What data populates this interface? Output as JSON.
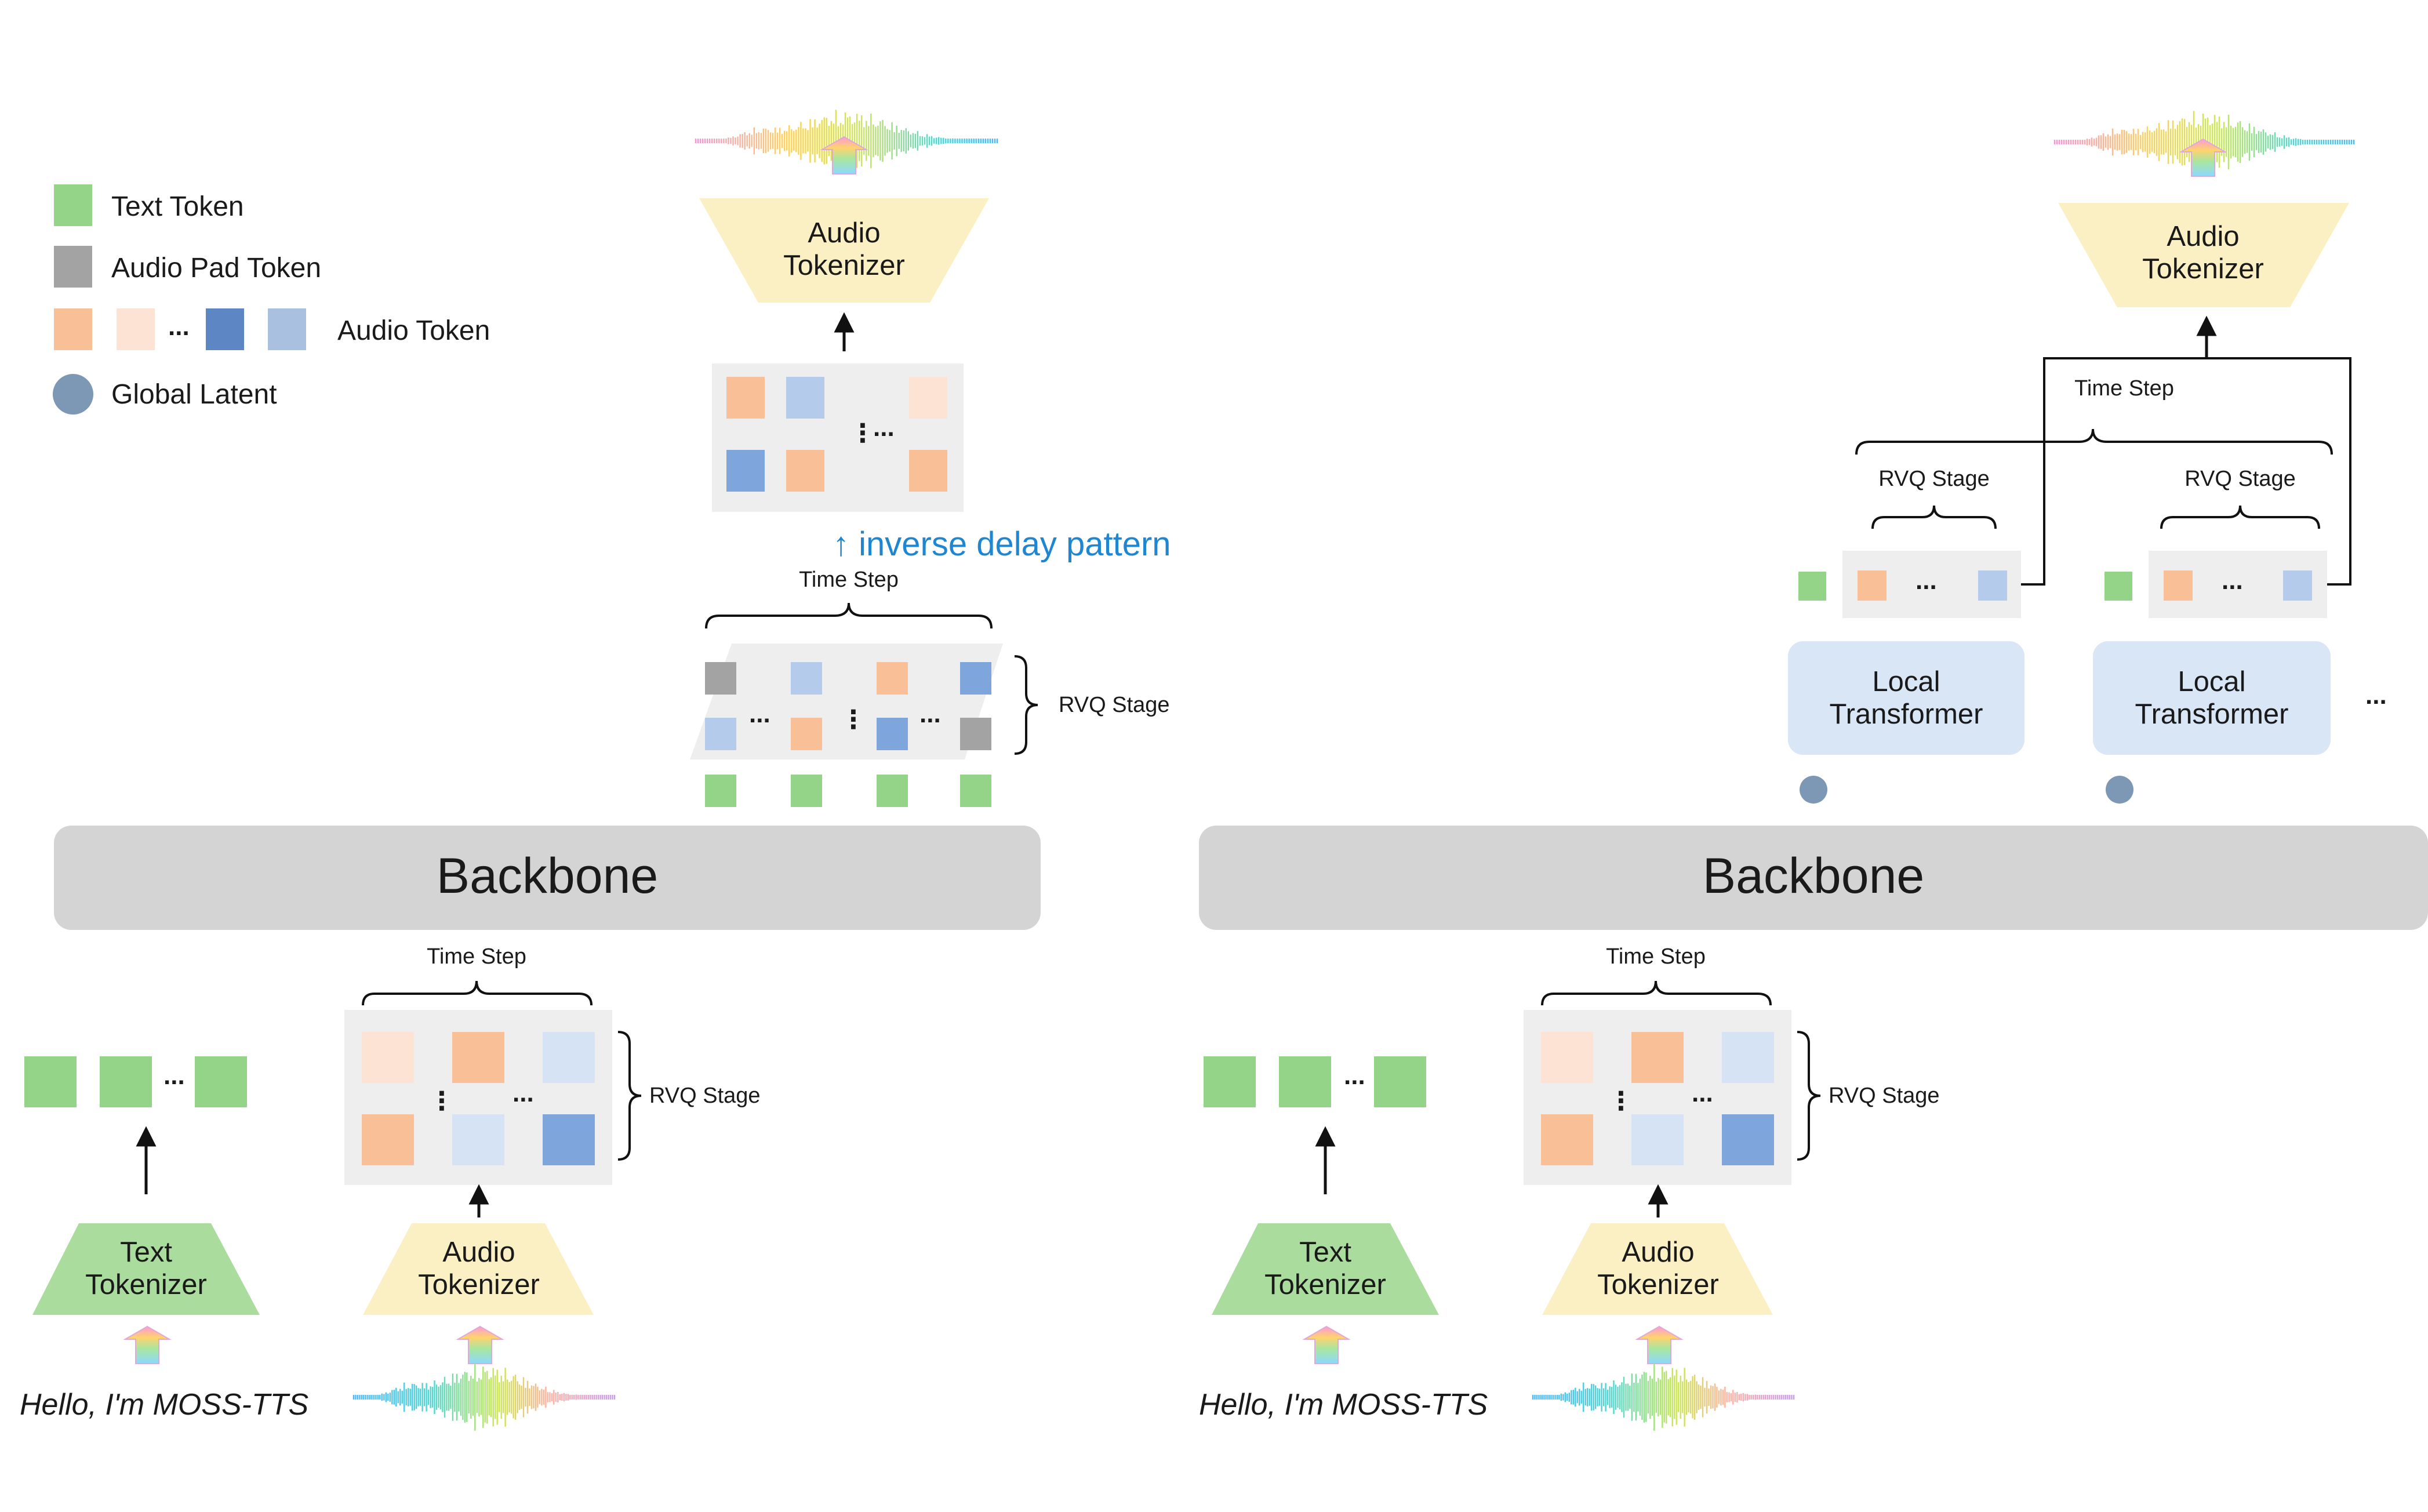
{
  "legend": {
    "text_token": "Text Token",
    "audio_pad_token": "Audio Pad Token",
    "audio_token": "Audio Token",
    "global_latent": "Global Latent"
  },
  "common": {
    "backbone": "Backbone",
    "time_step": "Time Step",
    "rvq_stage": "RVQ Stage",
    "text_tokenizer": [
      "Text",
      "Tokenizer"
    ],
    "audio_tokenizer": [
      "Audio",
      "Tokenizer"
    ],
    "input_text": "Hello, I'm MOSS-TTS",
    "ellipsis": "...",
    "vdots": "⋮"
  },
  "left_panel": {
    "inverse_delay": "inverse delay pattern"
  },
  "right_panel": {
    "local_transformer": [
      "Local",
      "Transformer"
    ]
  },
  "colors": {
    "text_token": "#93d488",
    "audio_pad": "#a3a3a3",
    "orange": "#f9c097",
    "orange_light": "#fde3d3",
    "blue": "#7ea6dd",
    "blue_light": "#b4cbec",
    "blue_pale": "#d6e3f5",
    "global_latent": "#7c98b4",
    "backbone": "#d4d4d4",
    "tokenizer_yellow": "#fbf0c4",
    "tokenizer_green": "#a9dc9d",
    "local_transformer": "#d9e6f6",
    "grid_bg": "#eeeeee",
    "accent_blue": "#1f86d1"
  }
}
